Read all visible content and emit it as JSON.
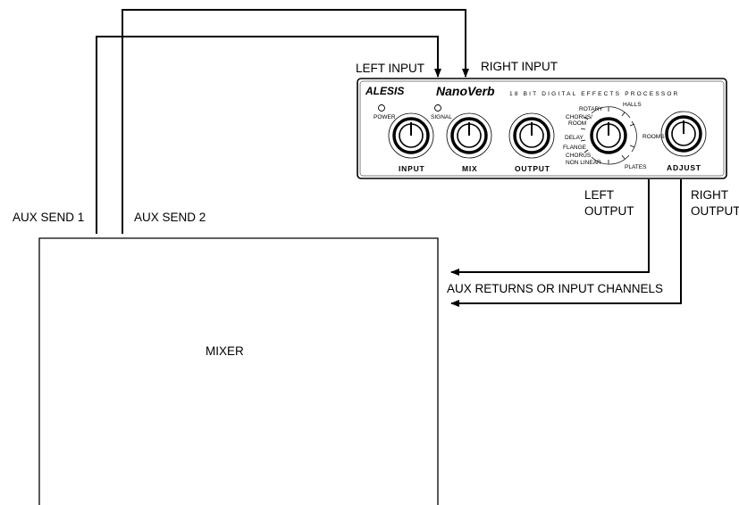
{
  "labels": {
    "left_input": "LEFT INPUT",
    "right_input": "RIGHT INPUT",
    "aux_send_1": "AUX SEND 1",
    "aux_send_2": "AUX SEND 2",
    "left_output_line1": "LEFT",
    "left_output_line2": "OUTPUT",
    "right_output_line1": "RIGHT",
    "right_output_line2": "OUTPUT",
    "aux_returns": "AUX RETURNS OR INPUT CHANNELS",
    "mixer": "MIXER"
  },
  "device": {
    "brand": "ALESIS",
    "model": "NanoVerb",
    "tagline": "18 BIT DIGITAL EFFECTS PROCESSOR",
    "power_label": "POWER",
    "signal_label": "SIGNAL",
    "knobs": {
      "input": "INPUT",
      "mix": "MIX",
      "output": "OUTPUT",
      "adjust": "ADJUST"
    },
    "program_labels": {
      "rotary": "ROTARY",
      "chorus_room_1": "CHORUS/",
      "chorus_room_2": "ROOM",
      "delay": "DELAY",
      "flange": "FLANGE",
      "chorus": "CHORUS",
      "non_linear": "NON LINEAR",
      "halls": "HALLS",
      "rooms": "ROOMS",
      "plates": "PLATES"
    }
  }
}
